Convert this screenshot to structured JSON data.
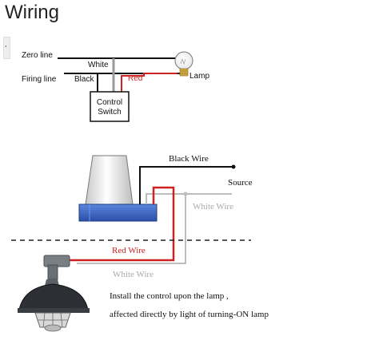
{
  "title": "Wiring",
  "side_mark": "‚",
  "top_diagram": {
    "zero_line": "Zero line",
    "firing_line": "Firing line",
    "white": "White",
    "black": "Black",
    "red": "Red",
    "lamp": "Lamp",
    "control": "Control",
    "switch": "Switch"
  },
  "bottom_diagram": {
    "black_wire": "Black Wire",
    "source": "Source",
    "white_wire_right": "White Wire",
    "red_wire": "Red Wire",
    "white_wire_left": "White Wire",
    "instruction_line1": "Install the control upon the lamp ,",
    "instruction_line2": "affected directly by light of turning-ON lamp"
  },
  "colors": {
    "red_wire": "#cc2222",
    "white_wire": "#bbbbbb",
    "sensor_base": "#3a66c4"
  }
}
